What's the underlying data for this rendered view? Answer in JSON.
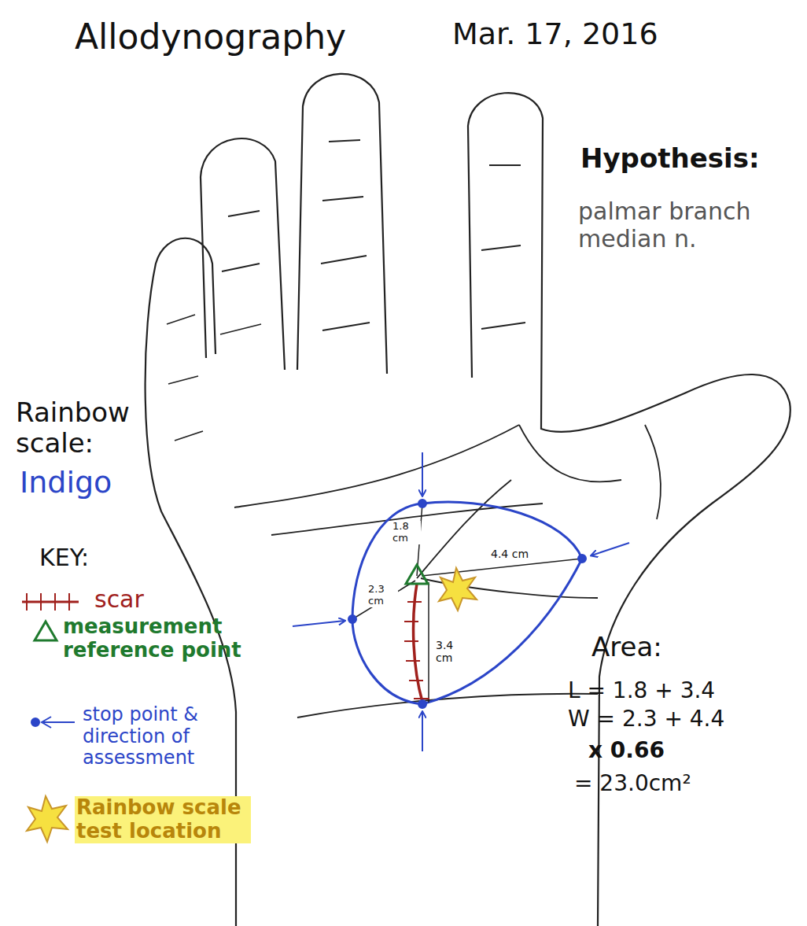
{
  "diagram": {
    "title": "Allodynography",
    "labels": [
      "Mar. 17, 2016",
      "Hypothesis:",
      "palmar branch median n.",
      "Rainbow scale:",
      "Indigo",
      "KEY:",
      "1.8 cm",
      "2.3 cm",
      "4.4 cm",
      "3.4 cm",
      "Area:",
      "L = 1.8 + 3.4",
      "W = 2.3 + 4.4",
      "x 0.66",
      "= 23.0cm²"
    ],
    "legend": [
      {
        "text": "scar"
      },
      {
        "text": "measurement reference point"
      },
      {
        "text": "stop point & direction of assessment"
      },
      {
        "text": "Rainbow scale test location"
      }
    ]
  }
}
